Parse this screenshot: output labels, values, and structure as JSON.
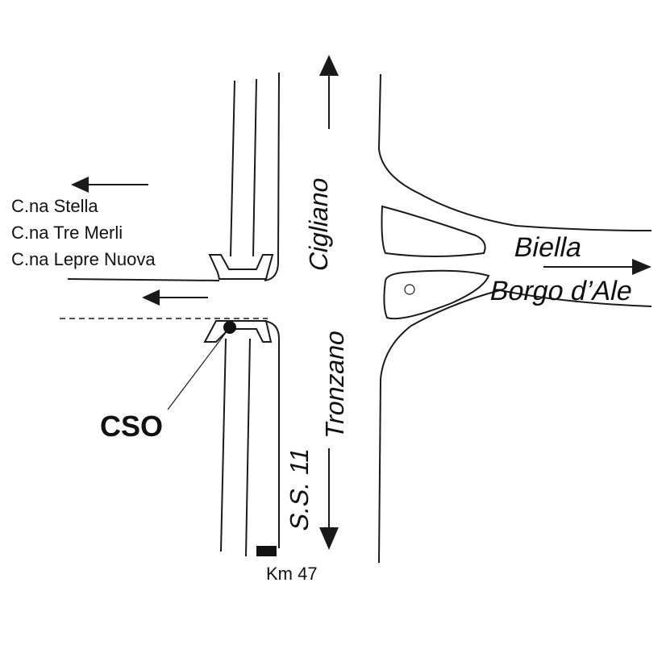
{
  "map": {
    "colors": {
      "ink": "#1a1a1a",
      "background": "#ffffff"
    },
    "labels": {
      "cigliano": "Cigliano",
      "tronzano": "Tronzano",
      "biella": "Biella",
      "borgo": "Borgo d’Ale",
      "cna_stella": "C.na Stella",
      "cna_tre_merli": "C.na Tre Merli",
      "cna_lepre_nuova": "C.na Lepre Nuova",
      "cso": "CSO",
      "road": "S.S. 11",
      "km": "Km 47"
    },
    "icons": {
      "north_arrow": "arrow-up",
      "south_arrow": "arrow-down",
      "west_arrow_top": "arrow-left",
      "west_arrow_mid": "arrow-left",
      "east_arrow": "arrow-right",
      "site_marker": "dot",
      "km_marker": "rectangle"
    }
  }
}
